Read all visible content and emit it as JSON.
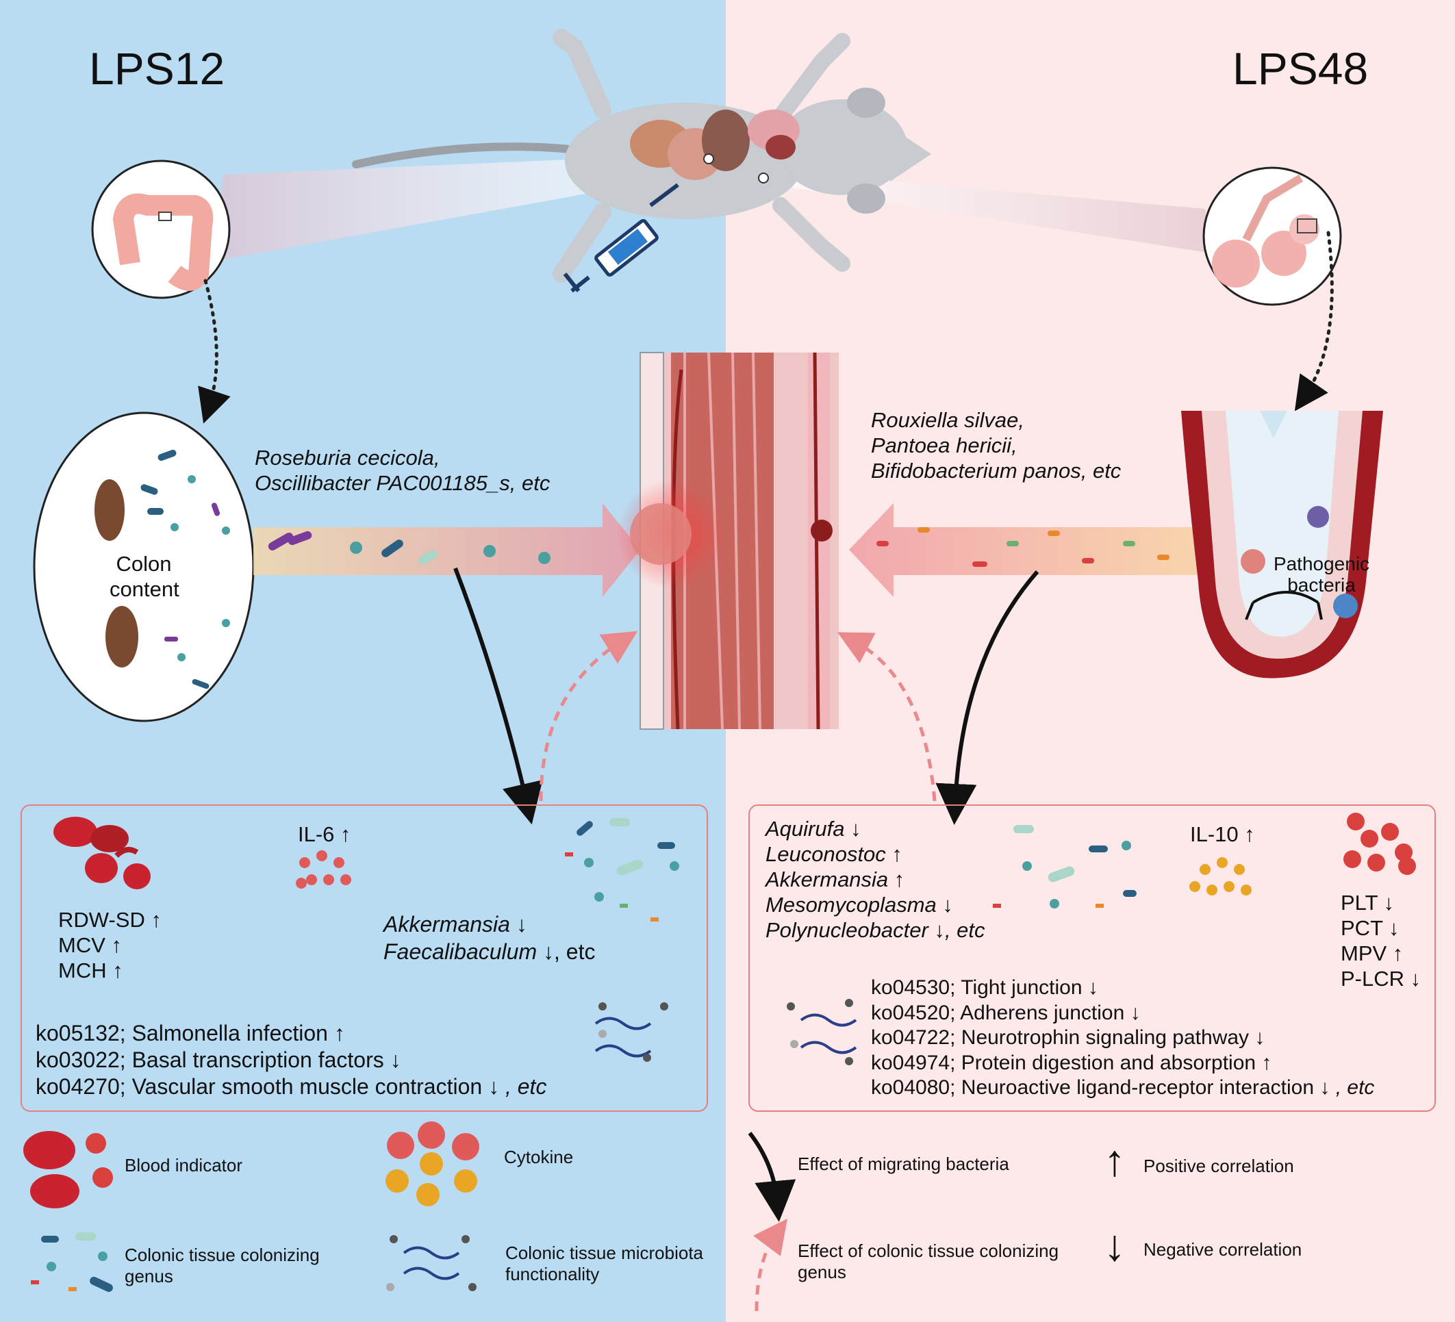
{
  "left": {
    "title": "LPS12",
    "colon_label": "Colon content",
    "bacteria_label_1": "Roseburia cecicola,",
    "bacteria_label_2": "Oscillibacter PAC001185_s, etc",
    "box": {
      "cytokine": "IL-6 ↑",
      "blood": [
        "RDW-SD ↑",
        "MCV ↑",
        "MCH ↑"
      ],
      "genus_1": "Akkermansia ↓",
      "genus_2_name": "Faecalibaculum",
      "genus_2_suffix": "↓, etc",
      "pathways": [
        "ko05132; Salmonella infection ↑",
        "ko03022; Basal transcription factors ↓"
      ],
      "pathway_last": "ko04270; Vascular smooth muscle contraction ↓ ",
      "etc": ", etc"
    }
  },
  "right": {
    "title": "LPS48",
    "bacteria_label_1": "Rouxiella silvae,",
    "bacteria_label_2": "Pantoea hericii,",
    "bacteria_label_3": "Bifidobacterium panos, etc",
    "pathogen_label_1": "Pathogenic",
    "pathogen_label_2": "bacteria",
    "box": {
      "genera": [
        "Aquirufa ↓",
        "Leuconostoc ↑",
        "Akkermansia ↑",
        "Mesomycoplasma ↓"
      ],
      "genus_last_name": "Polynucleobacter",
      "genus_last_suffix": "↓, etc",
      "cytokine": "IL-10 ↑",
      "blood": [
        "PLT ↓",
        "PCT ↓",
        "MPV ↑",
        "P-LCR ↓"
      ],
      "pathways": [
        "ko04530; Tight junction ↓",
        "ko04520; Adherens junction ↓",
        "ko04722; Neurotrophin signaling pathway ↓",
        "ko04974; Protein digestion and absorption ↑"
      ],
      "pathway_last": "ko04080; Neuroactive ligand-receptor interaction ↓ ",
      "etc": ", etc"
    }
  },
  "legend": {
    "blood_indicator": "Blood indicator",
    "cytokine": "Cytokine",
    "colonizing_genus": [
      "Colonic tissue colonizing",
      "genus"
    ],
    "microbiota_functionality": [
      "Colonic tissue microbiota",
      "functionality"
    ],
    "effect_migrating": "Effect of migrating bacteria",
    "effect_colonizing": [
      "Effect of colonic tissue colonizing",
      "genus"
    ],
    "positive": "Positive correlation",
    "negative": "Negative correlation",
    "up_glyph": "↑",
    "down_glyph": "↓"
  },
  "colors": {
    "left_bg": "#b9dcf3",
    "right_bg": "#fde9e9",
    "box_border": "#e48080",
    "blood_red": "#c8232e",
    "cytokine_red": "#e05a5a",
    "cytokine_orange": "#e9a526",
    "tissue": "#c85a55"
  }
}
